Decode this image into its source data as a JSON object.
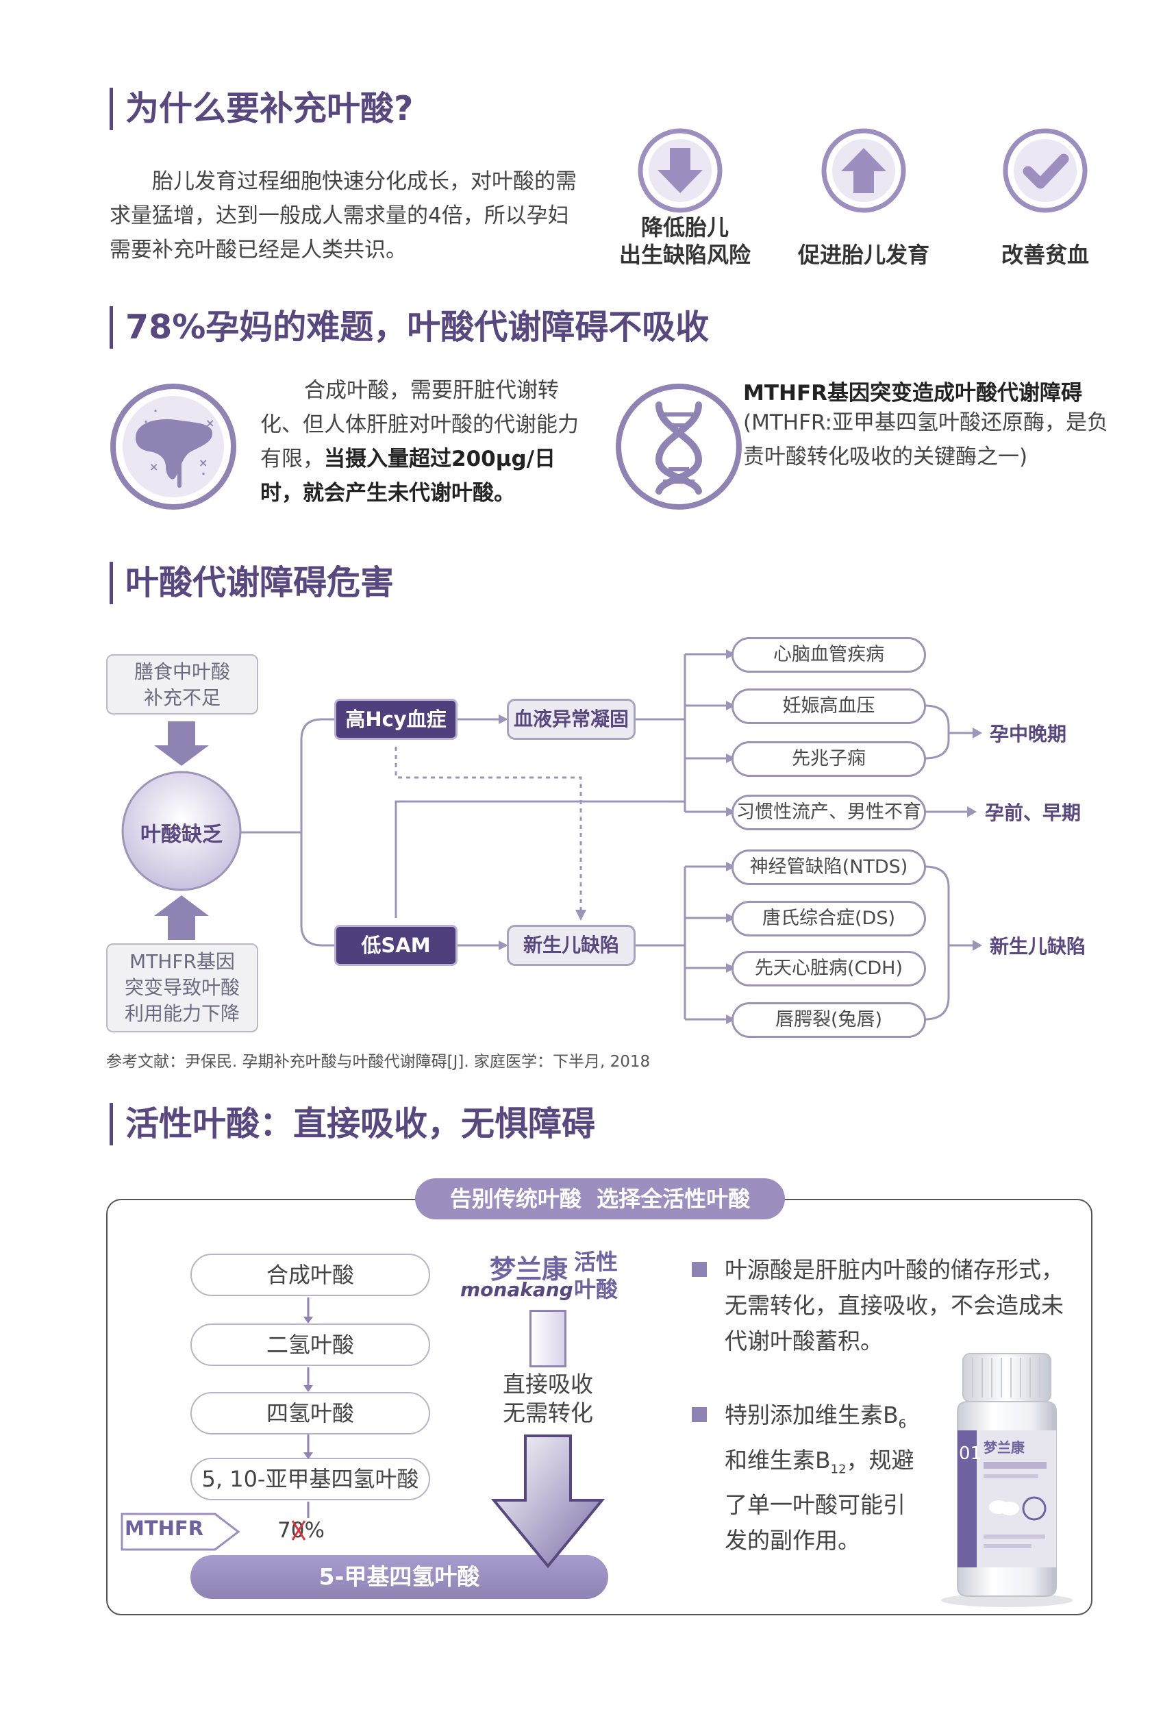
{
  "sections": {
    "why": {
      "heading": "为什么要补充叶酸?",
      "paragraph": "胎儿发育过程细胞快速分化成长，对叶酸的需求量猛增，达到一般成人需求量的4倍，所以孕妇需要补充叶酸已经是人类共识。",
      "benefits": [
        {
          "icon": "arrow-down-icon",
          "label_line1": "降低胎儿",
          "label_line2": "出生缺陷风险"
        },
        {
          "icon": "arrow-up-icon",
          "label_line1": "促进胎儿发育",
          "label_line2": ""
        },
        {
          "icon": "check-icon",
          "label_line1": "改善贫血",
          "label_line2": ""
        }
      ]
    },
    "problem": {
      "heading": "78%孕妈的难题，叶酸代谢障碍不吸收",
      "liver_text_plain": "合成叶酸，需要肝脏代谢转化、但人体肝脏对叶酸的代谢能力有限，",
      "liver_text_bold": "当摄入量超过200μg/日时，就会产生未代谢叶酸。",
      "dna_title": "MTHFR基因突变造成叶酸代谢障碍",
      "dna_text": "(MTHFR:亚甲基四氢叶酸还原酶，是负责叶酸转化吸收的关键酶之一)"
    },
    "harm": {
      "heading": "叶酸代谢障碍危害",
      "source_top_line1": "膳食中叶酸",
      "source_top_line2": "补充不足",
      "center": "叶酸缺乏",
      "source_bottom_line1": "MTHFR基因",
      "source_bottom_line2": "突变导致叶酸",
      "source_bottom_line3": "利用能力下降",
      "hcy": "高Hcy血症",
      "sam": "低SAM",
      "blood": "血液异常凝固",
      "newborn_defect": "新生儿缺陷",
      "outcomes_top": [
        "心脑血管疾病",
        "妊娠高血压",
        "先兆子痫",
        "习惯性流产、男性不育"
      ],
      "outcomes_bottom": [
        "神经管缺陷(NTDS)",
        "唐氏综合症(DS)",
        "先天心脏病(CDH)",
        "唇腭裂(兔唇)"
      ],
      "label_mid_late": "孕中晚期",
      "label_early": "孕前、早期",
      "label_newborn": "新生儿缺陷",
      "reference": "参考文献：尹保民. 孕期补充叶酸与叶酸代谢障碍[J]. 家庭医学：下半月, 2018"
    },
    "active": {
      "heading": "活性叶酸：直接吸收，无惧障碍",
      "banner": "告别传统叶酸  选择全活性叶酸",
      "steps": [
        "合成叶酸",
        "二氢叶酸",
        "四氢叶酸",
        "5, 10-亚甲基四氢叶酸"
      ],
      "mthfr_tag": "MTHFR",
      "percent": "70%",
      "final": "5-甲基四氢叶酸",
      "brand_cn": "梦兰康",
      "brand_en": "monakang",
      "brand_tag_line1": "活性",
      "brand_tag_line2": "叶酸",
      "direct_line1": "直接吸收",
      "direct_line2": "无需转化",
      "bullet1": "叶源酸是肝脏内叶酸的储存形式，无需转化，直接吸收，不会造成未代谢叶酸蓄积。",
      "bullet2_part1": "特别添加维生素B",
      "bullet2_sub1": "6",
      "bullet2_part2": "和维生素B",
      "bullet2_sub2": "12",
      "bullet2_part3": "，规避了单一叶酸可能引发的副作用。",
      "bottle_number": "01",
      "bottle_brand": "梦兰康"
    }
  },
  "colors": {
    "primary": "#58487f",
    "dark": "#4f3f7c",
    "light_purple": "#9c8fc0",
    "line": "#9d95b8"
  }
}
